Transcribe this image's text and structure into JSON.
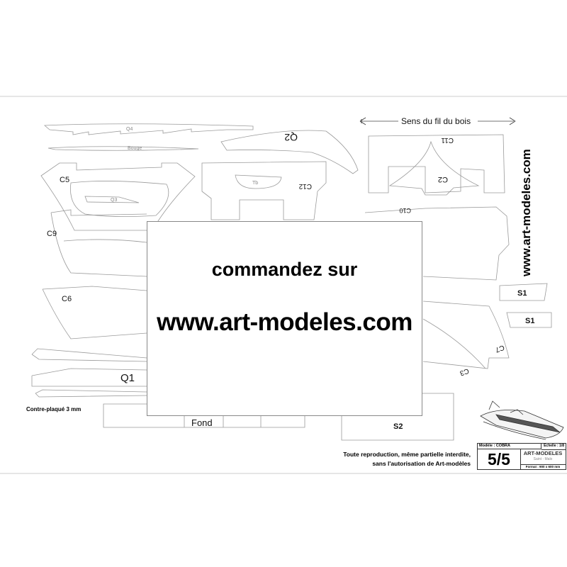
{
  "sheet": {
    "grain_label": "Sens du fil du bois",
    "website_vertical": "www.art-modeles.com",
    "material": "Contre-plaqué 3 mm",
    "copyright_line1": "Toute reproduction, même partielle interdite,",
    "copyright_line2": "sans l'autorisation de Art-modèles"
  },
  "parts": {
    "q4": "Q4",
    "bouge": "Bouge",
    "c5": "C5",
    "q3": "Q3",
    "tb": "Tb",
    "c12": "C12",
    "q2": "Q2",
    "c11": "C11",
    "c2": "C2",
    "c10": "C10",
    "c9": "C9",
    "c6": "C6",
    "s1a": "S1",
    "s1b": "S1",
    "c7": "C7",
    "c3": "C3",
    "q1": "Q1",
    "s2": "S2",
    "fond": "Fond"
  },
  "overlay": {
    "line1": "commandez sur",
    "line2": "www.art-modeles.com"
  },
  "title_block": {
    "model": "Modèle : COBRA",
    "scale": "Echelle : 1/8",
    "page": "5/5",
    "brand": "ART-MODELES",
    "city": "Saint - Malo",
    "format": "Format : 900 x 600 mm"
  }
}
